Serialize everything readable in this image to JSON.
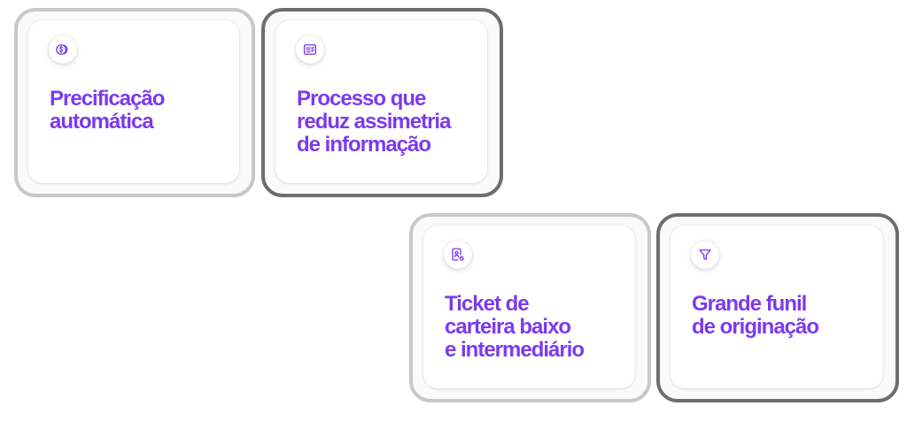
{
  "colors": {
    "accent": "#7c3aed"
  },
  "cards": [
    {
      "icon": "coins-icon",
      "title": "Precificação\nautomática"
    },
    {
      "icon": "document-list-icon",
      "title": "Processo que\nreduz assimetria\nde informação"
    },
    {
      "icon": "id-card-check-icon",
      "title": "Ticket de\ncarteira baixo\ne intermediário"
    },
    {
      "icon": "funnel-icon",
      "title": "Grande funil\nde originação"
    }
  ]
}
